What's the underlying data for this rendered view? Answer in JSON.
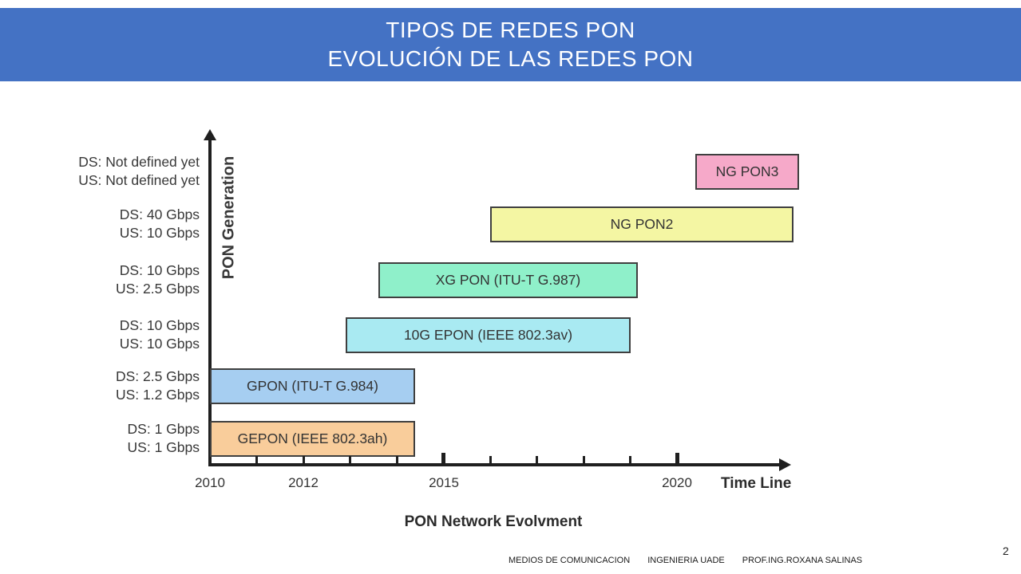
{
  "slide": {
    "title_line1": "TIPOS DE REDES PON",
    "title_line2": "EVOLUCIÓN DE LAS REDES PON",
    "banner_color": "#4472C4",
    "footer_items": [
      "MEDIOS DE COMUNICACION",
      "INGENIERIA  UADE",
      "PROF.ING.ROXANA SALINAS"
    ],
    "page_number": "2"
  },
  "chart_data": {
    "type": "bar",
    "subtype": "timeline-gantt",
    "title": "PON Network Evolvment",
    "xlabel": "Time Line",
    "ylabel": "PON Generation",
    "x_range": [
      2010,
      2022.6
    ],
    "x_axis": {
      "labeled_ticks": [
        {
          "year": 2010,
          "text": "2010"
        },
        {
          "year": 2012,
          "text": "2012"
        },
        {
          "year": 2015,
          "text": "2015"
        },
        {
          "year": 2020,
          "text": "2020"
        }
      ],
      "minor_tick_years": [
        2011,
        2012,
        2013,
        2014,
        2016,
        2017,
        2018,
        2019
      ],
      "major_tick_years": [
        2015,
        2020
      ]
    },
    "bars": [
      {
        "label": "GEPON (IEEE 802.3ah)",
        "ds": "DS: 1 Gbps",
        "us": "US: 1 Gbps",
        "start": 2010.0,
        "end": 2014.4,
        "color": "#F9CD9B"
      },
      {
        "label": "GPON (ITU-T G.984)",
        "ds": "DS: 2.5 Gbps",
        "us": "US: 1.2 Gbps",
        "start": 2010.0,
        "end": 2014.4,
        "color": "#A6CEF1"
      },
      {
        "label": "10G EPON (IEEE 802.3av)",
        "ds": "DS: 10 Gbps",
        "us": "US: 10 Gbps",
        "start": 2012.9,
        "end": 2019.0,
        "color": "#A9EAF2"
      },
      {
        "label": "XG PON (ITU-T G.987)",
        "ds": "DS: 10 Gbps",
        "us": "US: 2.5 Gbps",
        "start": 2013.6,
        "end": 2019.15,
        "color": "#8FF0CA"
      },
      {
        "label": "NG PON2",
        "ds": "DS: 40 Gbps",
        "us": "US: 10 Gbps",
        "start": 2016.0,
        "end": 2022.5,
        "color": "#F4F6A3"
      },
      {
        "label": "NG PON3",
        "ds": "DS: Not defined yet",
        "us": "US: Not defined yet",
        "start": 2020.4,
        "end": 2022.62,
        "color": "#F6A9C9"
      }
    ],
    "legend": "none",
    "grid": false
  }
}
